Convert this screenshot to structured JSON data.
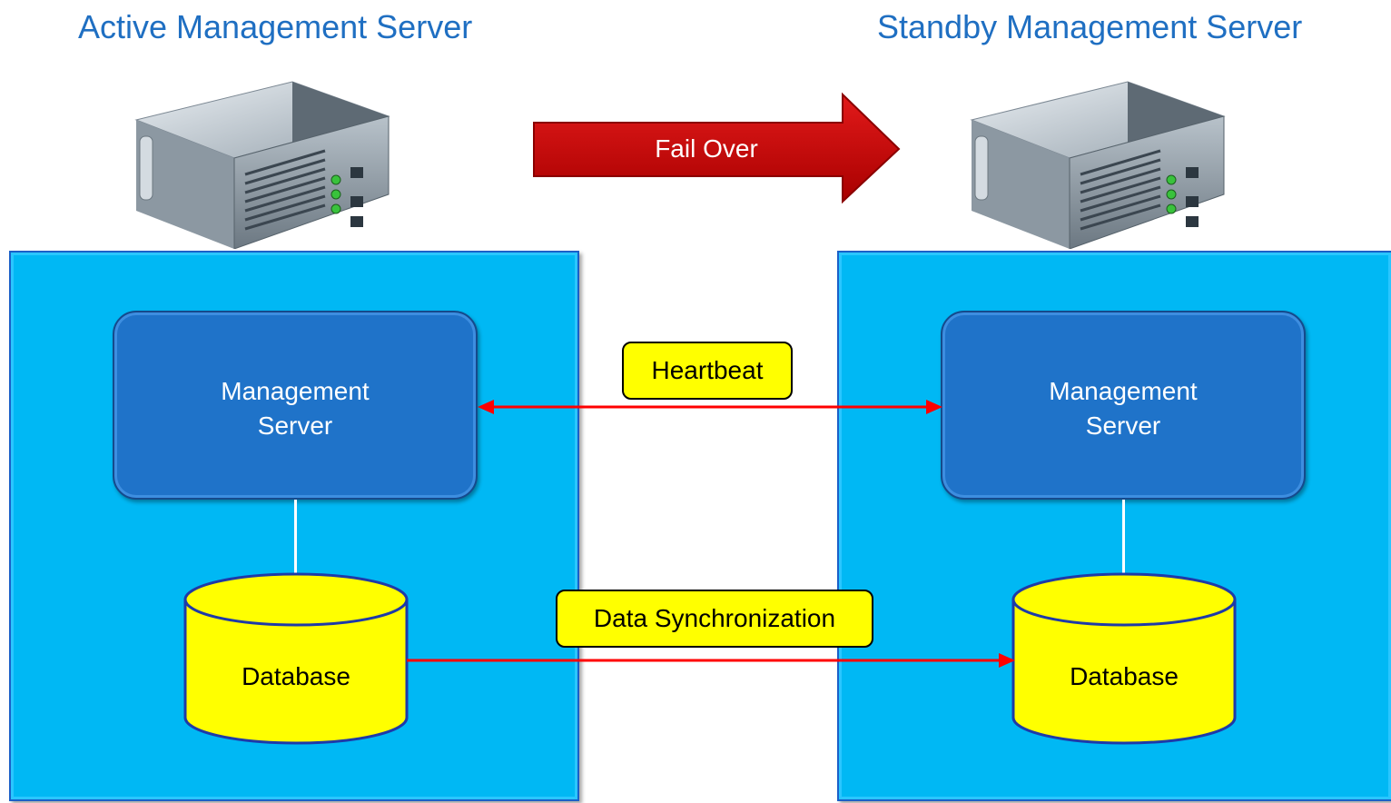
{
  "titles": {
    "active": "Active Management Server",
    "standby": "Standby Management Server"
  },
  "failover": {
    "label": "Fail Over",
    "color": "#d40000"
  },
  "left": {
    "mgmt_line1": "Management",
    "mgmt_line2": "Server",
    "db_label": "Database"
  },
  "right": {
    "mgmt_line1": "Management",
    "mgmt_line2": "Server",
    "db_label": "Database"
  },
  "links": {
    "heartbeat": "Heartbeat",
    "data_sync": "Data Synchronization",
    "line_color": "#ff0000"
  },
  "icons": {
    "server": "rack-server-icon",
    "database": "database-cylinder-icon"
  },
  "colors": {
    "panel": "#00b8f4",
    "mgmt_box": "#1f73c9",
    "database": "#ffff00",
    "title": "#1f6fc2"
  }
}
